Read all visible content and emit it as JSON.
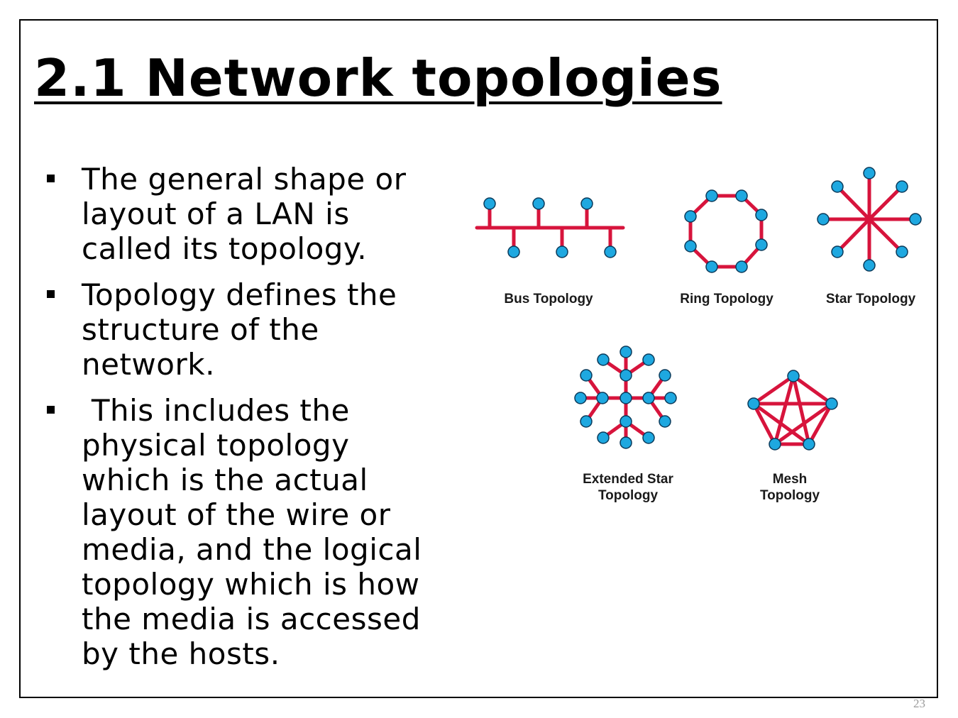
{
  "title": "2.1 Network topologies",
  "bullets": [
    "The general shape or layout of a LAN is called its topology.",
    "Topology defines the structure of the network.",
    " This includes the physical topology which is the actual layout of the wire or media, and the logical topology which is how the media is accessed by the hosts."
  ],
  "figure": {
    "captions": {
      "bus": "Bus Topology",
      "ring": "Ring Topology",
      "star": "Star Topology",
      "extended_star_line1": "Extended Star",
      "extended_star_line2": "Topology",
      "mesh_line1": "Mesh",
      "mesh_line2": "Topology"
    },
    "colors": {
      "link": "#d7143c",
      "node_fill": "#1ea8e0",
      "node_outline": "#0a3a5a"
    }
  },
  "slide_number": "23"
}
